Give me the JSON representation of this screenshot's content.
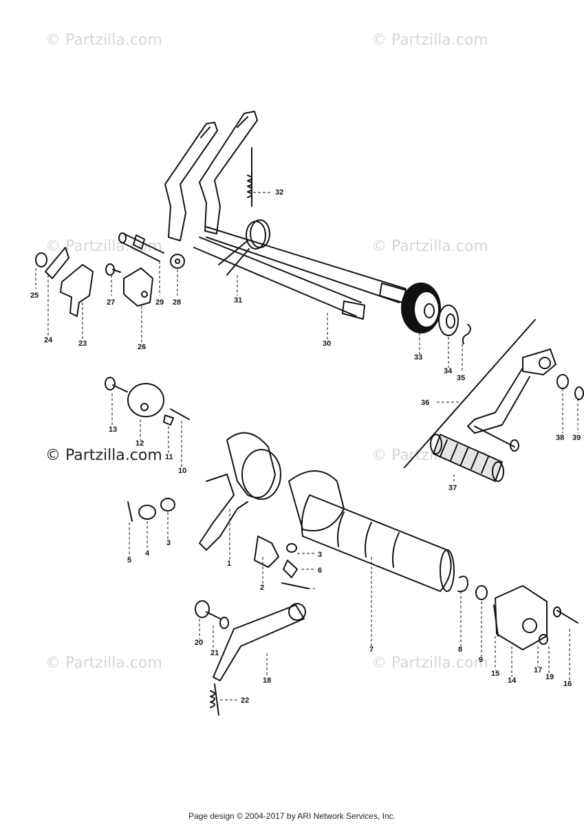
{
  "watermarks": {
    "top_left": "© Partzilla.com",
    "top_right": "© Partzilla.com",
    "mid_left": "© Partzilla.com",
    "mid_right": "© Partzilla.com",
    "left_dark": "© Partzilla.com",
    "right_mid": "© Partzilla.com",
    "bottom_left": "© Partzilla.com",
    "bottom_right": "© Partzilla.com"
  },
  "callouts": [
    "1",
    "2",
    "3",
    "3",
    "4",
    "5",
    "6",
    "7",
    "8",
    "9",
    "10",
    "11",
    "12",
    "13",
    "14",
    "15",
    "16",
    "17",
    "18",
    "19",
    "20",
    "21",
    "22",
    "23",
    "24",
    "25",
    "26",
    "27",
    "28",
    "29",
    "30",
    "31",
    "32",
    "33",
    "34",
    "35",
    "36",
    "37",
    "38",
    "39"
  ],
  "footer": "Page design © 2004-2017 by ARI Network Services, Inc."
}
